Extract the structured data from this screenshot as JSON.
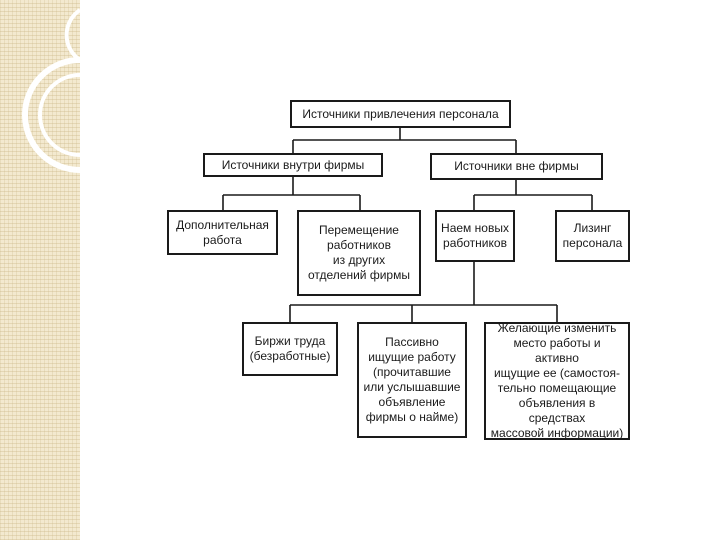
{
  "theme": {
    "line_color": "#1a1a1a",
    "strip_color": "#f3e9cf"
  },
  "side_decoration": {
    "icon": "concentric-arcs"
  },
  "diagram": {
    "root": "Источники привлечения персонала",
    "internal": "Источники внутри фирмы",
    "external": "Источники вне фирмы",
    "additional_work": "Дополнительная\nработа",
    "transfer": "Перемещение\nработников\nиз других\nотделений фирмы",
    "hire_new": "Наем новых\nработников",
    "leasing": "Лизинг\nперсонала",
    "labor_exchange": "Биржи труда\n(безработные)",
    "passive_seekers": "Пассивно\nищущие работу\n(прочитавшие\nили услышавшие\nобъявление\nфирмы о найме)",
    "active_seekers": "Желающие изменить\nместо работы и активно\nищущие ее (самостоя-\nтельно помещающие\nобъявления в средствах\nмассовой информации)"
  }
}
